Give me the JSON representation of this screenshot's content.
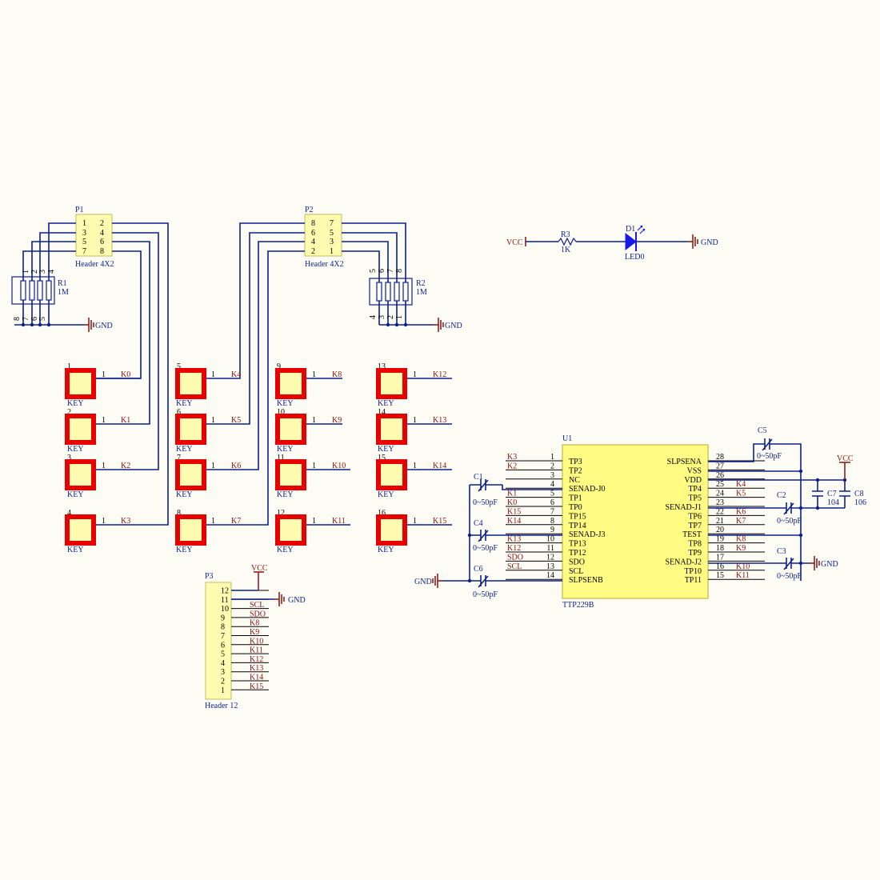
{
  "common": {
    "gnd": "GND",
    "vcc": "VCC",
    "key_label": "KEY",
    "pin_one": "1"
  },
  "p1": {
    "designator": "P1",
    "comment": "Header 4X2",
    "rows": [
      [
        "1",
        "2"
      ],
      [
        "3",
        "4"
      ],
      [
        "5",
        "6"
      ],
      [
        "7",
        "8"
      ]
    ]
  },
  "p2": {
    "designator": "P2",
    "comment": "Header 4X2",
    "rows": [
      [
        "8",
        "7"
      ],
      [
        "6",
        "5"
      ],
      [
        "4",
        "3"
      ],
      [
        "2",
        "1"
      ]
    ]
  },
  "r1": {
    "designator": "R1",
    "value": "1M",
    "top_pins": [
      "1",
      "2",
      "3",
      "4"
    ],
    "bottom_pins": [
      "8",
      "7",
      "6",
      "5"
    ]
  },
  "r2": {
    "designator": "R2",
    "value": "1M",
    "top_pins": [
      "5",
      "6",
      "7",
      "8"
    ],
    "bottom_pins": [
      "4",
      "3",
      "2",
      "1"
    ]
  },
  "r3": {
    "designator": "R3",
    "value": "1K"
  },
  "d1": {
    "designator": "D1",
    "comment": "LED0"
  },
  "keys": [
    {
      "num": "1",
      "net": "K0"
    },
    {
      "num": "2",
      "net": "K1"
    },
    {
      "num": "3",
      "net": "K2"
    },
    {
      "num": "4",
      "net": "K3"
    },
    {
      "num": "5",
      "net": "K4"
    },
    {
      "num": "6",
      "net": "K5"
    },
    {
      "num": "7",
      "net": "K6"
    },
    {
      "num": "8",
      "net": "K7"
    },
    {
      "num": "9",
      "net": "K8"
    },
    {
      "num": "10",
      "net": "K9"
    },
    {
      "num": "11",
      "net": "K10"
    },
    {
      "num": "12",
      "net": "K11"
    },
    {
      "num": "13",
      "net": "K12"
    },
    {
      "num": "14",
      "net": "K13"
    },
    {
      "num": "15",
      "net": "K14"
    },
    {
      "num": "16",
      "net": "K15"
    }
  ],
  "p3": {
    "designator": "P3",
    "comment": "Header 12",
    "pins": [
      {
        "num": "12",
        "net": ""
      },
      {
        "num": "11",
        "net": ""
      },
      {
        "num": "10",
        "net": "SCL"
      },
      {
        "num": "9",
        "net": "SDO"
      },
      {
        "num": "8",
        "net": "K8"
      },
      {
        "num": "7",
        "net": "K9"
      },
      {
        "num": "6",
        "net": "K10"
      },
      {
        "num": "5",
        "net": "K11"
      },
      {
        "num": "4",
        "net": "K12"
      },
      {
        "num": "3",
        "net": "K13"
      },
      {
        "num": "2",
        "net": "K14"
      },
      {
        "num": "1",
        "net": "K15"
      }
    ]
  },
  "u1": {
    "designator": "U1",
    "comment": "TTP229B",
    "left_pins": [
      {
        "num": "1",
        "name": "TP3",
        "net": "K3"
      },
      {
        "num": "2",
        "name": "TP2",
        "net": "K2"
      },
      {
        "num": "3",
        "name": "NC",
        "net": ""
      },
      {
        "num": "4",
        "name": "SENAD-J0",
        "net": ""
      },
      {
        "num": "5",
        "name": "TP1",
        "net": "K1"
      },
      {
        "num": "6",
        "name": "TP0",
        "net": "K0"
      },
      {
        "num": "7",
        "name": "TP15",
        "net": "K15"
      },
      {
        "num": "8",
        "name": "TP14",
        "net": "K14"
      },
      {
        "num": "9",
        "name": "SENAD-J3",
        "net": ""
      },
      {
        "num": "10",
        "name": "TP13",
        "net": "K13"
      },
      {
        "num": "11",
        "name": "TP12",
        "net": "K12"
      },
      {
        "num": "12",
        "name": "SDO",
        "net": "SDO"
      },
      {
        "num": "13",
        "name": "SCL",
        "net": "SCL"
      },
      {
        "num": "14",
        "name": "SLPSENB",
        "net": ""
      }
    ],
    "right_pins": [
      {
        "num": "28",
        "name": "SLPSENA",
        "net": ""
      },
      {
        "num": "27",
        "name": "VSS",
        "net": ""
      },
      {
        "num": "26",
        "name": "VDD",
        "net": ""
      },
      {
        "num": "25",
        "name": "TP4",
        "net": "K4"
      },
      {
        "num": "24",
        "name": "TP5",
        "net": "K5"
      },
      {
        "num": "23",
        "name": "SENAD-J1",
        "net": ""
      },
      {
        "num": "22",
        "name": "TP6",
        "net": "K6"
      },
      {
        "num": "21",
        "name": "TP7",
        "net": "K7"
      },
      {
        "num": "20",
        "name": "TEST",
        "net": ""
      },
      {
        "num": "19",
        "name": "TP8",
        "net": "K8"
      },
      {
        "num": "18",
        "name": "TP9",
        "net": "K9"
      },
      {
        "num": "17",
        "name": "SENAD-J2",
        "net": ""
      },
      {
        "num": "16",
        "name": "TP10",
        "net": "K10"
      },
      {
        "num": "15",
        "name": "TP11",
        "net": "K11"
      }
    ]
  },
  "caps": {
    "c1": {
      "designator": "C1",
      "value": "0~50pF"
    },
    "c2": {
      "designator": "C2",
      "value": "0~50pF"
    },
    "c3": {
      "designator": "C3",
      "value": "0~50pF"
    },
    "c4": {
      "designator": "C4",
      "value": "0~50pF"
    },
    "c5": {
      "designator": "C5",
      "value": "0~50pF"
    },
    "c6": {
      "designator": "C6",
      "value": "0~50pF"
    },
    "c7": {
      "designator": "C7",
      "value": "104"
    },
    "c8": {
      "designator": "C8",
      "value": "106"
    }
  }
}
